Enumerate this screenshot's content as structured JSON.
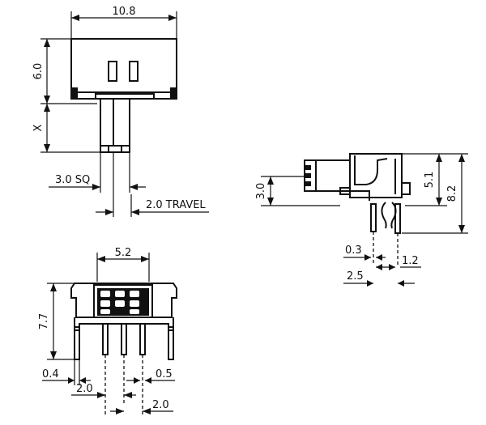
{
  "dimensions": {
    "width_top": "10.8",
    "height_top": "6.0",
    "stem_height": "X",
    "actuator_square": "3.0 SQ",
    "travel": "2.0 TRAVEL",
    "side_height_left": "3.0",
    "side_height_mid": "5.1",
    "side_height_total": "8.2",
    "side_pin_width": "0.3",
    "side_pin_gap": "1.2",
    "side_pin_pitch": "2.5",
    "front_top_width": "5.2",
    "front_height": "7.7",
    "front_pin_left": "0.4",
    "front_pin_right": "0.5",
    "front_pitch_1": "2.0",
    "front_pitch_2": "2.0"
  }
}
